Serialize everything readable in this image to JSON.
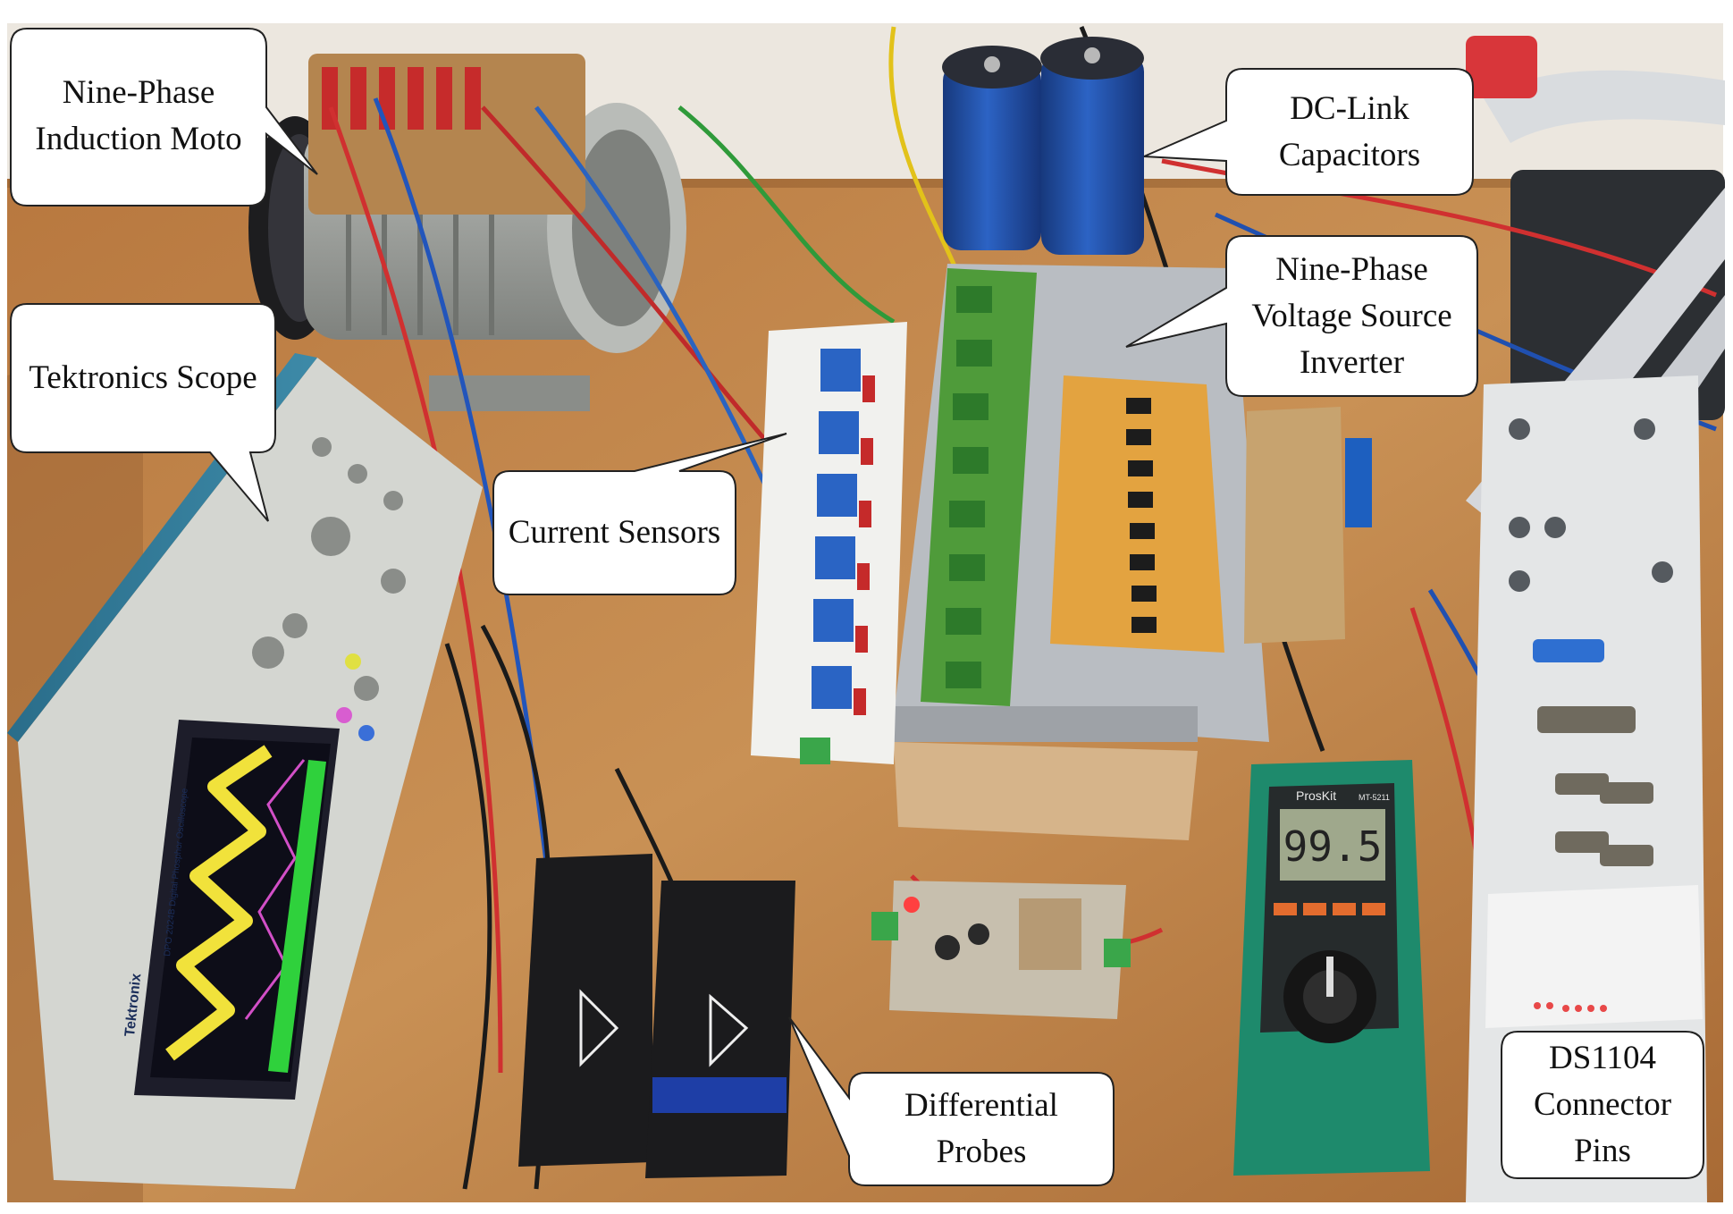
{
  "colors": {
    "bench_wood": "#c58a4e",
    "wall": "#efeae2",
    "motor_grey": "#9c9f9c",
    "capacitor_blue": "#1f4fa8",
    "pcb_green": "#5aa13c",
    "scope_teal": "#2f7b9a",
    "scope_body": "#d5d7d2",
    "multimeter_green": "#1e8a6c",
    "callout_border": "#222222"
  },
  "labels": {
    "motor": [
      "Nine-Phase",
      "Induction Moto"
    ],
    "scope": [
      "Tektronics Scope"
    ],
    "capacitors": [
      "DC-Link",
      "Capacitors"
    ],
    "inverter": [
      "Nine-Phase",
      "Voltage Source",
      "Inverter"
    ],
    "sensors": [
      "Current Sensors"
    ],
    "probes": [
      "Differential",
      "Probes"
    ],
    "dspace": [
      "DS1104",
      "Connector",
      "Pins"
    ]
  },
  "device_text": {
    "scope_brand": "Tektronix",
    "scope_model": "DPO 2024B Digital Phosphor Oscilloscope",
    "meter_brand": "ProsKit",
    "meter_model": "MT-5211",
    "meter_reading": "99.5"
  }
}
